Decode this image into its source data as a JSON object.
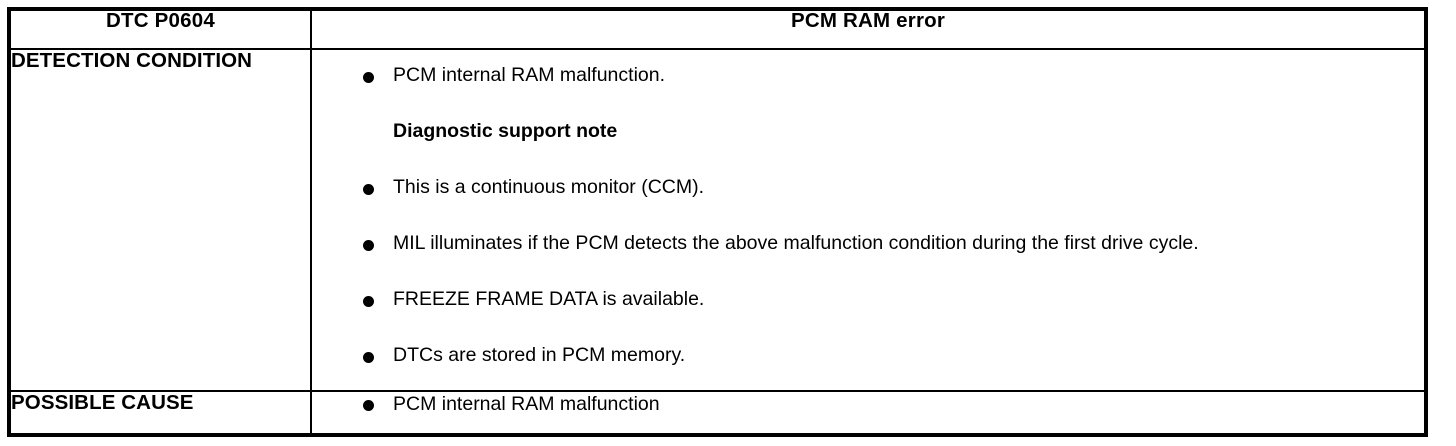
{
  "table": {
    "header": {
      "code_label": "DTC P0604",
      "title": "PCM RAM error"
    },
    "rows": [
      {
        "label": "DETECTION CONDITION",
        "items": [
          {
            "type": "bullet",
            "text": "PCM internal RAM malfunction."
          },
          {
            "type": "note",
            "text": "Diagnostic support note"
          },
          {
            "type": "bullet",
            "text": "This is a continuous monitor (CCM)."
          },
          {
            "type": "bullet",
            "text": "MIL illuminates if the PCM detects the above malfunction condition during the first drive cycle."
          },
          {
            "type": "bullet",
            "text": "FREEZE FRAME DATA is available."
          },
          {
            "type": "bullet",
            "text": "DTCs are stored in PCM memory."
          }
        ]
      },
      {
        "label": "POSSIBLE CAUSE",
        "items": [
          {
            "type": "bullet",
            "text": "PCM internal RAM malfunction"
          }
        ]
      }
    ],
    "colors": {
      "border": "#000000",
      "text": "#000000",
      "background": "#ffffff"
    }
  }
}
